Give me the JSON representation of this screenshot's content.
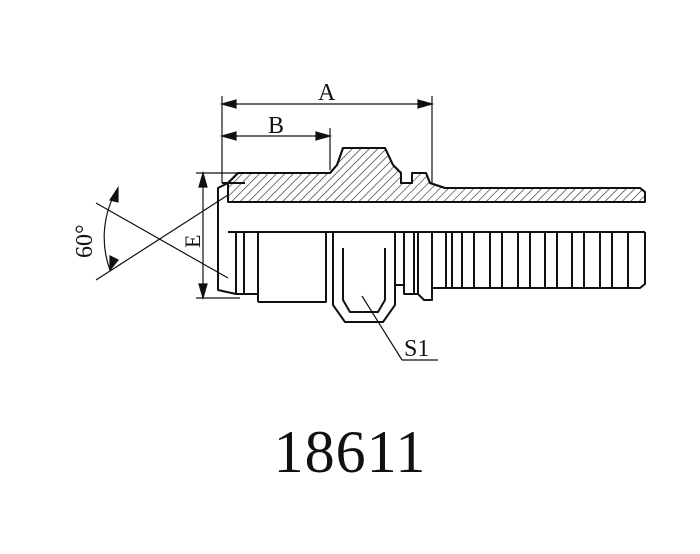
{
  "drawing": {
    "labels": {
      "dim_a": "A",
      "dim_b": "B",
      "dim_e": "E",
      "angle": "60°",
      "hex_size": "S1"
    },
    "part_number": "18611",
    "line_color": "#111111"
  }
}
